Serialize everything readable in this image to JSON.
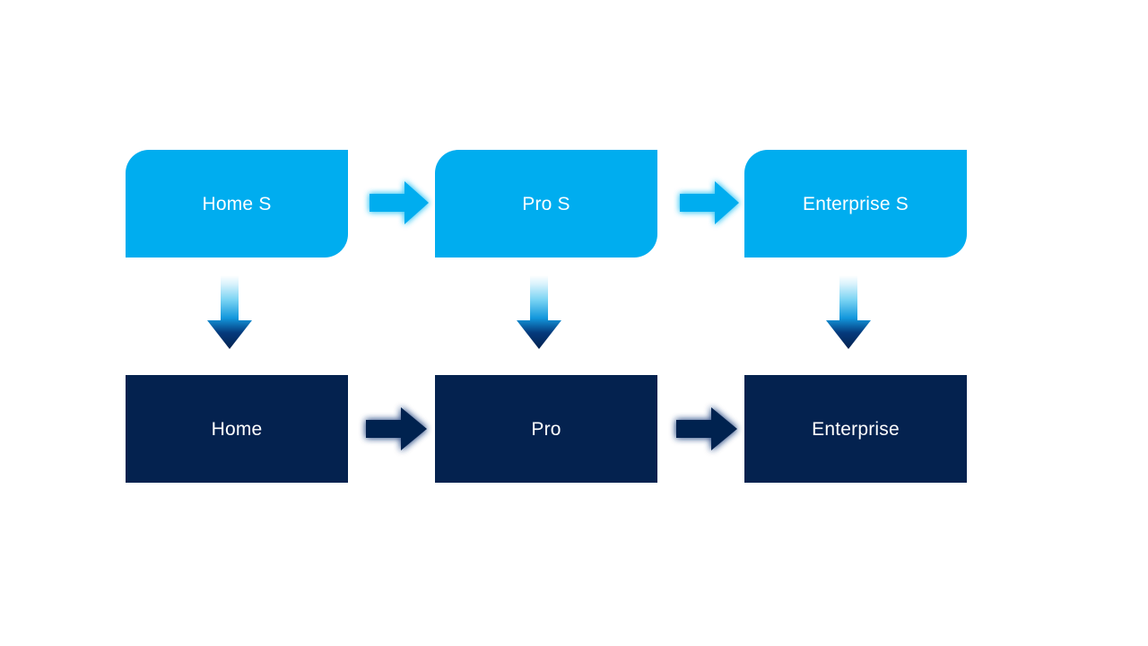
{
  "diagram": {
    "type": "process-flow",
    "background_color": "#FFFFFF",
    "palette": {
      "tier_light_blue": "#00ADEF",
      "tier_dark_navy": "#04224F",
      "label_text": "#FFFFFF",
      "gradient_top": "#EAF8FE",
      "gradient_mid": "#0FA3E0",
      "gradient_bottom": "#041E4C"
    },
    "rows": [
      {
        "id": "top-row",
        "style": "light-blue",
        "nodes": [
          {
            "id": "home-s",
            "label": "Home S"
          },
          {
            "id": "pro-s",
            "label": "Pro S"
          },
          {
            "id": "enterprise-s",
            "label": "Enterprise S"
          }
        ],
        "connectors": [
          {
            "id": "top-connector-1",
            "direction": "right",
            "from": "home-s",
            "to": "pro-s"
          },
          {
            "id": "top-connector-2",
            "direction": "right",
            "from": "pro-s",
            "to": "enterprise-s"
          }
        ]
      },
      {
        "id": "bottom-row",
        "style": "dark-navy",
        "nodes": [
          {
            "id": "home",
            "label": "Home"
          },
          {
            "id": "pro",
            "label": "Pro"
          },
          {
            "id": "enterprise",
            "label": "Enterprise"
          }
        ],
        "connectors": [
          {
            "id": "bottom-connector-1",
            "direction": "right",
            "from": "home",
            "to": "pro"
          },
          {
            "id": "bottom-connector-2",
            "direction": "right",
            "from": "pro",
            "to": "enterprise"
          }
        ]
      }
    ],
    "vertical_connectors": [
      {
        "id": "down-connector-1",
        "direction": "down",
        "from": "home-s",
        "to": "home"
      },
      {
        "id": "down-connector-2",
        "direction": "down",
        "from": "pro-s",
        "to": "pro"
      },
      {
        "id": "down-connector-3",
        "direction": "down",
        "from": "enterprise-s",
        "to": "enterprise"
      }
    ]
  }
}
